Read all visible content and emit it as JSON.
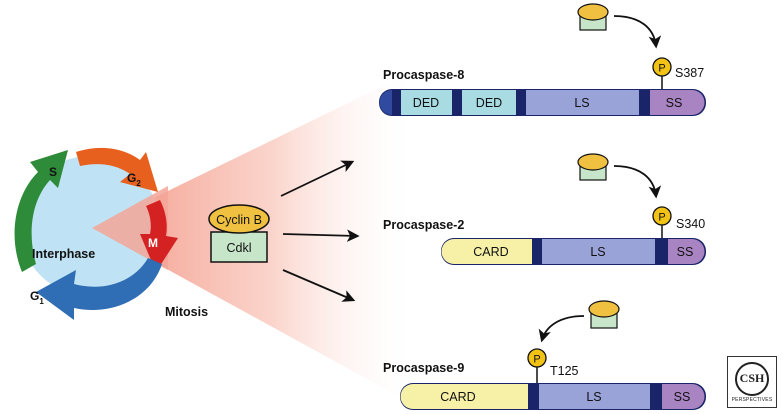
{
  "cell_cycle": {
    "center_label": "Interphase",
    "phases": {
      "s": "S",
      "g2_main": "G",
      "g2_sub": "2",
      "m": "M",
      "g1_main": "G",
      "g1_sub": "1"
    },
    "mitosis_label": "Mitosis"
  },
  "kinase": {
    "cyclin": "Cyclin B",
    "cdk": "Cdkl"
  },
  "proteins": [
    {
      "name": "Procaspase-8",
      "domains": [
        "DED",
        "DED",
        "LS",
        "SS"
      ],
      "phospho_symbol": "P",
      "site": "S387"
    },
    {
      "name": "Procaspase-2",
      "domains": [
        "CARD",
        "LS",
        "SS"
      ],
      "phospho_symbol": "P",
      "site": "S340"
    },
    {
      "name": "Procaspase-9",
      "domains": [
        "CARD",
        "LS",
        "SS"
      ],
      "phospho_symbol": "P",
      "site": "T125"
    }
  ],
  "colors": {
    "s_arrow": "#2e8b3a",
    "g2_arrow": "#e8601e",
    "m_arrow": "#d42222",
    "g1_arrow": "#2f6db5",
    "interphase_fill": "#bfe3f4",
    "cone_fill": "#f6b3a5",
    "cyclin_fill": "#f0c040",
    "cdk_fill": "#c7e6c9",
    "ded_fill": "#a9dbe3",
    "card_fill": "#f6f1a6",
    "ls_fill": "#9aa3d8",
    "ss_fill": "#a884c3",
    "linker_fill": "#1a2468",
    "phospho_fill": "#f2c314"
  },
  "logo": {
    "text": "CSH",
    "subtext": "PERSPECTIVES"
  }
}
